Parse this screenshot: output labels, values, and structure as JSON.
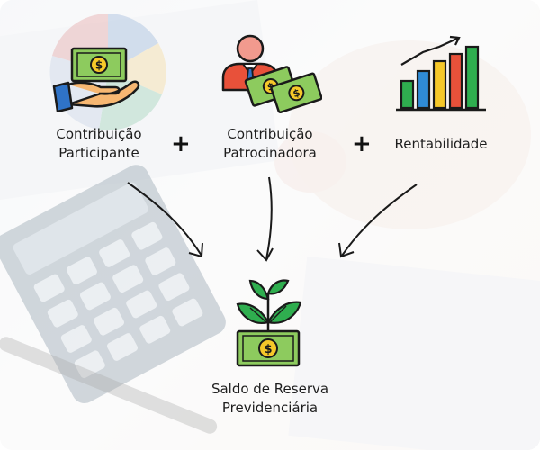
{
  "nodes": {
    "participante": {
      "line1": "Contribuição",
      "line2": "Participante"
    },
    "patrocinadora": {
      "line1": "Contribuição",
      "line2": "Patrocinadora"
    },
    "rentabilidade": {
      "line1": "Rentabilidade"
    },
    "saldo": {
      "line1": "Saldo de Reserva",
      "line2": "Previdenciária"
    }
  },
  "operators": {
    "plus1": "+",
    "plus2": "+"
  },
  "colors": {
    "money_green": "#8dcb5e",
    "money_dark": "#2e7d3a",
    "coin_yellow": "#f6c829",
    "hand_skin": "#f7b772",
    "sleeve_blue": "#2f73c7",
    "suit_red": "#e8513a",
    "bar_colors": [
      "#2fae4f",
      "#2f8bd6",
      "#f6c829",
      "#e8513a",
      "#2fae4f"
    ],
    "arrow": "#1a1a1a"
  },
  "icons": {
    "participante": "hand-money-icon",
    "patrocinadora": "businessman-money-icon",
    "rentabilidade": "growth-chart-icon",
    "saldo": "plant-money-icon"
  }
}
